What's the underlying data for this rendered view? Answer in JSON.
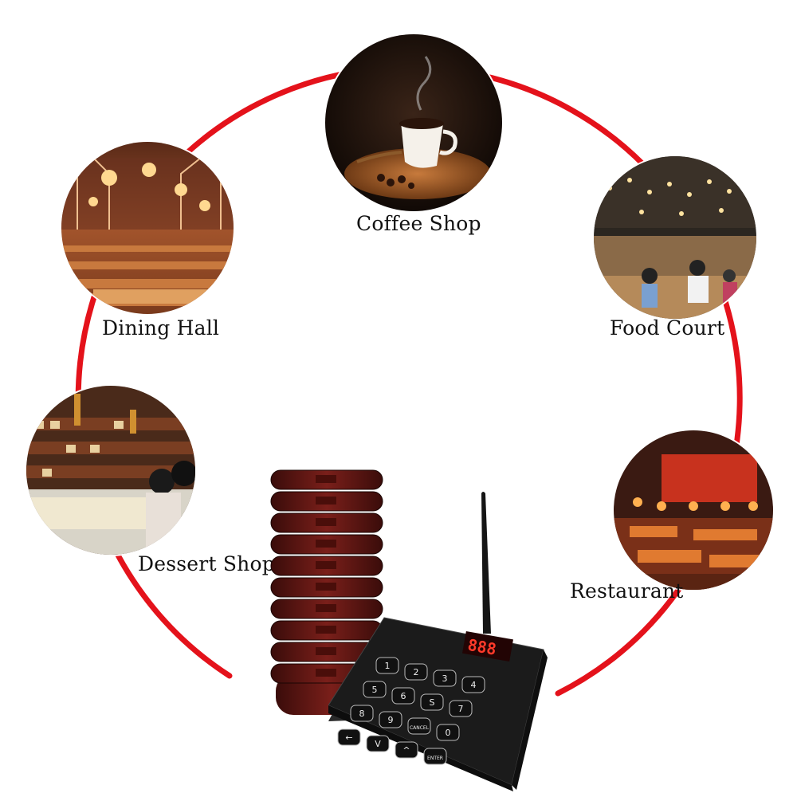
{
  "venues": {
    "coffee": {
      "label": "Coffee Shop",
      "icon": "coffee-cup-icon"
    },
    "dining": {
      "label": "Dining Hall",
      "icon": "chandelier-hall-icon"
    },
    "food_court": {
      "label": "Food Court",
      "icon": "food-court-icon"
    },
    "dessert": {
      "label": "Dessert Shop",
      "icon": "pastry-counter-icon"
    },
    "restaurant": {
      "label": "Restaurant",
      "icon": "restaurant-interior-icon"
    }
  },
  "product": {
    "keypad_keys": [
      "1",
      "2",
      "3",
      "4",
      "5",
      "6",
      "S",
      "7",
      "8",
      "9",
      "CANCEL",
      "0",
      "←",
      "V",
      "^",
      "ENTER"
    ],
    "display_value": "888"
  },
  "colors": {
    "ring": "#e4121b",
    "pager_body": "#5a1614",
    "keypad_body": "#1b1b1b"
  }
}
